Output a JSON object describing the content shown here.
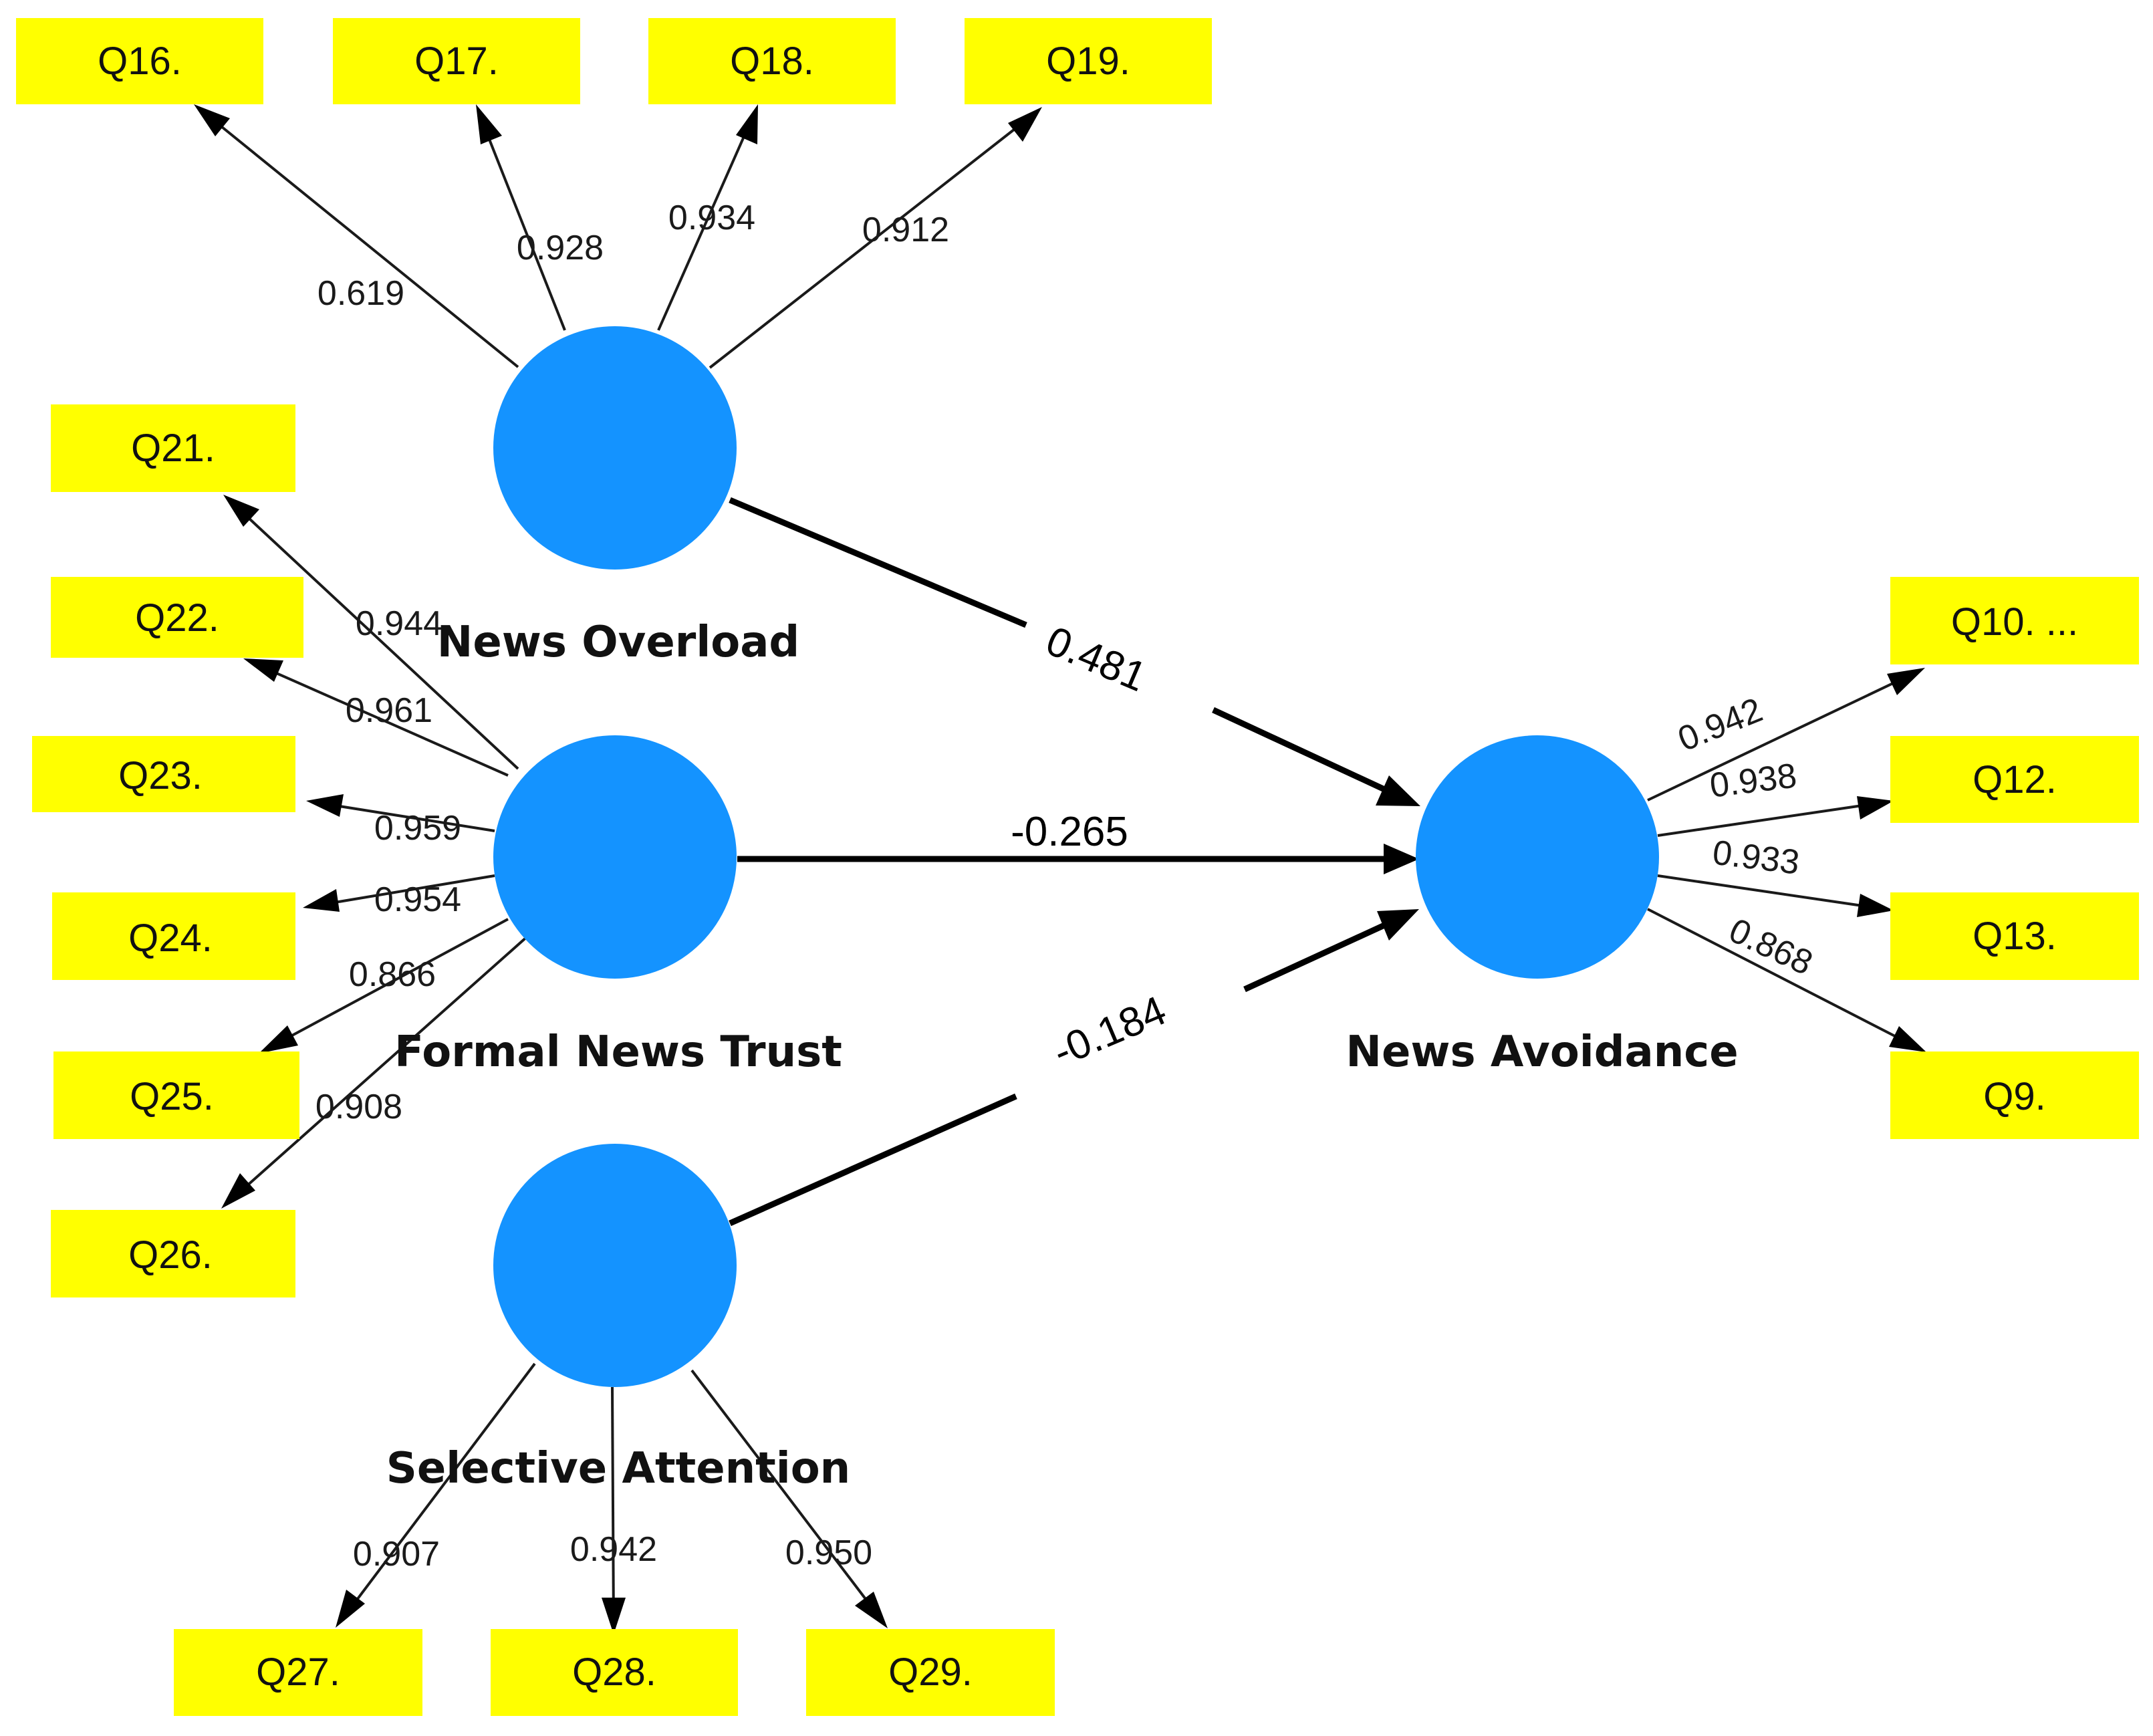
{
  "latent_variables": {
    "news_overload": {
      "label": "News Overload",
      "color": "#1493ff"
    },
    "formal_news_trust": {
      "label": "Formal News Trust",
      "color": "#1493ff"
    },
    "selective_attention": {
      "label": "Selective Attention",
      "color": "#1493ff"
    },
    "news_avoidance": {
      "label": "News Avoidance",
      "color": "#1493ff"
    }
  },
  "indicator_color": "#ffff00",
  "indicators": {
    "q16": "Q16.",
    "q17": "Q17.",
    "q18": "Q18.",
    "q19": "Q19.",
    "q21": "Q21.",
    "q22": "Q22.",
    "q23": "Q23.",
    "q24": "Q24.",
    "q25": "Q25.",
    "q26": "Q26.",
    "q27": "Q27.",
    "q28": "Q28.",
    "q29": "Q29.",
    "q10": "Q10. ...",
    "q12": "Q12.",
    "q13": "Q13.",
    "q9": "Q9."
  },
  "loadings": {
    "q16": "0.619",
    "q17": "0.928",
    "q18": "0.934",
    "q19": "0.912",
    "q21": "0.944",
    "q22": "0.961",
    "q23": "0.959",
    "q24": "0.954",
    "q25": "0.866",
    "q26": "0.908",
    "q27": "0.907",
    "q28": "0.942",
    "q29": "0.950",
    "q10": "0.942",
    "q12": "0.938",
    "q13": "0.933",
    "q9": "0.868"
  },
  "paths": {
    "overload_to_avoidance": "0.481",
    "trust_to_avoidance": "-0.265",
    "attention_to_avoidance": "-0.184"
  }
}
